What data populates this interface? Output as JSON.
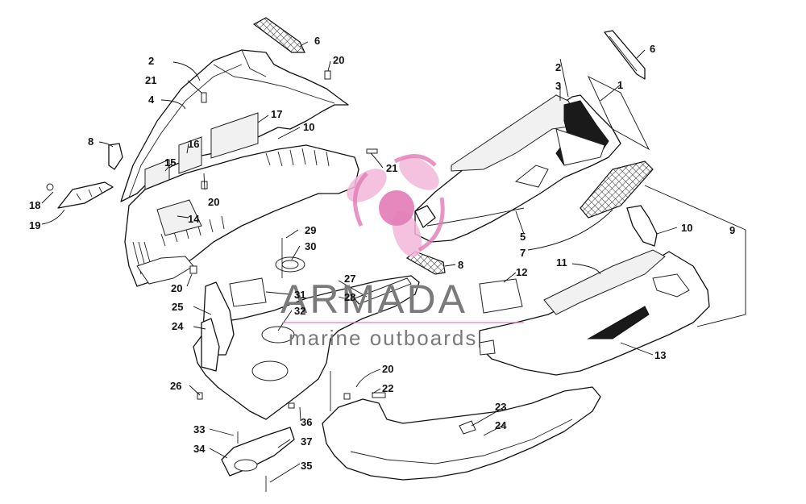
{
  "watermark": {
    "brand": "ARMADA",
    "tagline": "marine outboards"
  },
  "callouts": {
    "c1": "1",
    "c2a": "2",
    "c2b": "2",
    "c3": "3",
    "c4": "4",
    "c5": "5",
    "c6a": "6",
    "c6b": "6",
    "c7": "7",
    "c8a": "8",
    "c8b": "8",
    "c9": "9",
    "c10a": "10",
    "c10b": "10",
    "c11": "11",
    "c12": "12",
    "c13": "13",
    "c14": "14",
    "c15": "15",
    "c16": "16",
    "c17": "17",
    "c18": "18",
    "c19": "19",
    "c20a": "20",
    "c20b": "20",
    "c20c": "20",
    "c20d": "20",
    "c21a": "21",
    "c21b": "21",
    "c22": "22",
    "c23": "23",
    "c24a": "24",
    "c24b": "24",
    "c25": "25",
    "c26": "26",
    "c27": "27",
    "c28": "28",
    "c29": "29",
    "c30": "30",
    "c31": "31",
    "c32": "32",
    "c33": "33",
    "c34": "34",
    "c35": "35",
    "c36": "36",
    "c37": "37"
  },
  "colors": {
    "line": "#111111",
    "watermark_text": "#7a7a7a",
    "logo_pink": "#e27bb7",
    "logo_pink_light": "#f2b6d8"
  }
}
